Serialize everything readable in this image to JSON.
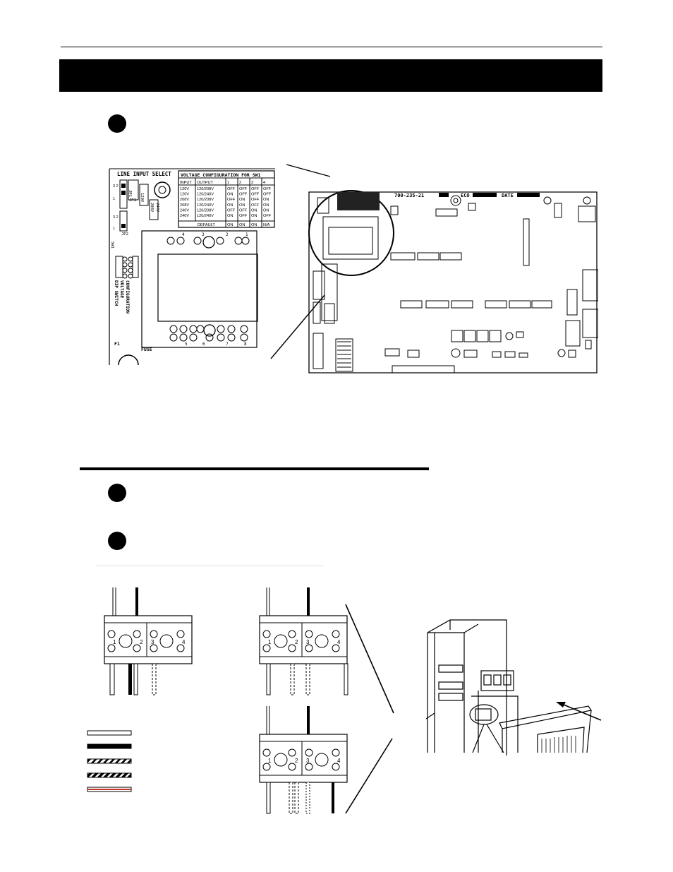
{
  "pcb_detail": {
    "line_input_select": "LINE INPUT SELECT",
    "jp_labels": [
      "JP1",
      "JP2",
      "JP3"
    ],
    "jp_voltages": [
      "120V",
      "208V",
      "240V"
    ],
    "sw_label": "SW1",
    "dip_caption": [
      "DIP SWITCH",
      "VOLTAGE",
      "CONFIGURATION"
    ],
    "fuse_ref": "F1",
    "fuse_label": "FUSE",
    "ic_pin_labels": [
      "1",
      "2",
      "3",
      "4",
      "5",
      "6",
      "7",
      "8"
    ],
    "table": {
      "title": "VOLTAGE CONFIGURATION FOR SW1",
      "headers": [
        "INPUT",
        "OUTPUT",
        "1",
        "2",
        "3",
        "4"
      ],
      "rows": [
        [
          "120V",
          "120/208V",
          "OFF",
          "OFF",
          "OFF",
          "OFF"
        ],
        [
          "120V",
          "120/240V",
          "ON",
          "OFF",
          "OFF",
          "OFF"
        ],
        [
          "208V",
          "120/208V",
          "OFF",
          "ON",
          "OFF",
          "ON"
        ],
        [
          "208V",
          "120/240V",
          "ON",
          "ON",
          "OFF",
          "ON"
        ],
        [
          "240V",
          "120/208V",
          "OFF",
          "OFF",
          "ON",
          "ON"
        ],
        [
          "240V",
          "120/240V",
          "ON",
          "OFF",
          "ON",
          "OFF"
        ]
      ],
      "default_row": [
        "DEFAULT",
        "ON",
        "ON",
        "ON",
        "N/A"
      ]
    }
  },
  "pcb_board": {
    "part_number": "700-235-21",
    "eco_label": "ECO",
    "date_label": "DATE"
  },
  "terminal_blocks": {
    "terminal_numbers": [
      "1",
      "2",
      "3",
      "4"
    ]
  },
  "wire_legend": [
    {
      "pattern": "white"
    },
    {
      "pattern": "black"
    },
    {
      "pattern": "white-striped"
    },
    {
      "pattern": "black-striped"
    },
    {
      "pattern": "red"
    }
  ],
  "colors": {
    "ink": "#000000",
    "paper": "#ffffff",
    "wire_red": "#c0392b"
  }
}
